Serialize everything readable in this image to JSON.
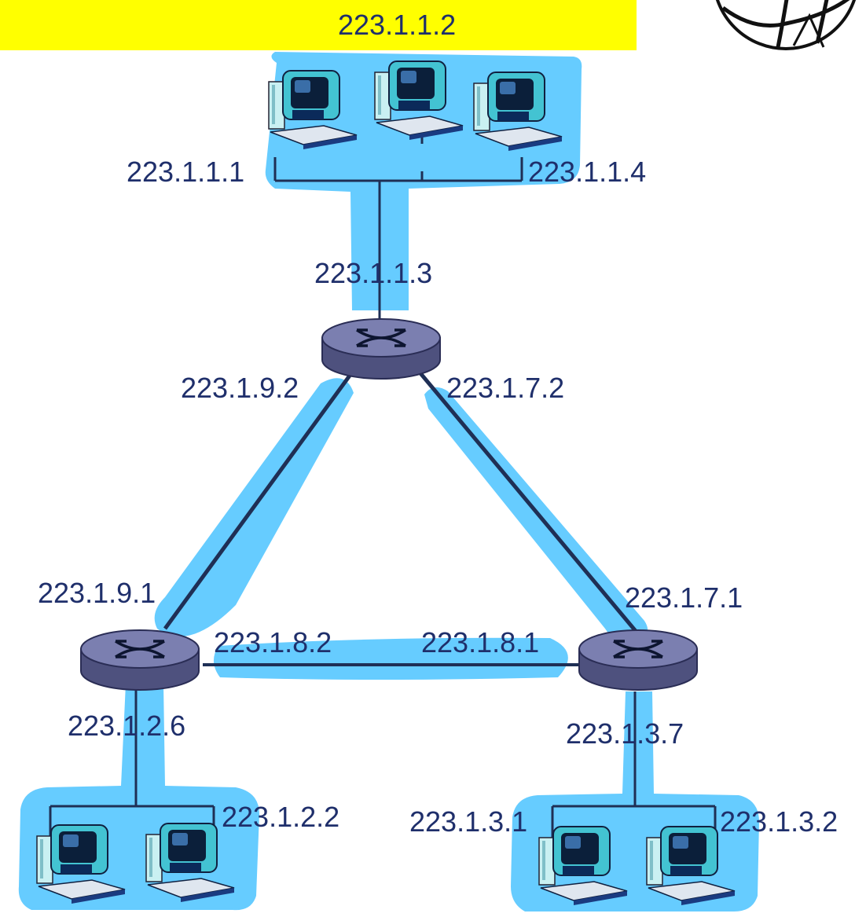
{
  "colors": {
    "subnet_fill": "#66ccff",
    "link": "#1f2f55",
    "label_text": "#1f2f6b",
    "banner_fill": "#ffff00",
    "router_top": "#7b7fb0",
    "router_side": "#4e517e"
  },
  "banner": {
    "text": "223.1.1.2"
  },
  "labels": {
    "h111": "223.1.1.1",
    "h114": "223.1.1.4",
    "r113": "223.1.1.3",
    "r192": "223.1.9.2",
    "r172": "223.1.7.2",
    "r191": "223.1.9.1",
    "r171": "223.1.7.1",
    "r182": "223.1.8.2",
    "r181": "223.1.8.1",
    "r126": "223.1.2.6",
    "r137": "223.1.3.7",
    "h122": "223.1.2.2",
    "h131": "223.1.3.1",
    "h132": "223.1.3.2"
  },
  "icons": {
    "router": "router-icon",
    "host": "desktop-computer-icon",
    "logo": "globe-logo-icon"
  }
}
